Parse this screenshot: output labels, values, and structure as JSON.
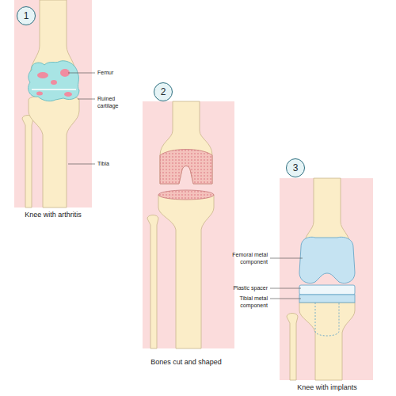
{
  "diagram": {
    "nodes": [
      {
        "text": [
          "1"
        ]
      },
      {
        "text": [
          "2"
        ]
      },
      {
        "text": [
          "3"
        ]
      }
    ],
    "labels": [
      "Femur",
      "Ruined cartilage",
      "Tibia",
      "Knee with arthritis",
      "Bones cut and shaped",
      "Femoral metal component",
      "Plastic spacer",
      "Tibial metal component",
      "Knee with implants"
    ]
  }
}
